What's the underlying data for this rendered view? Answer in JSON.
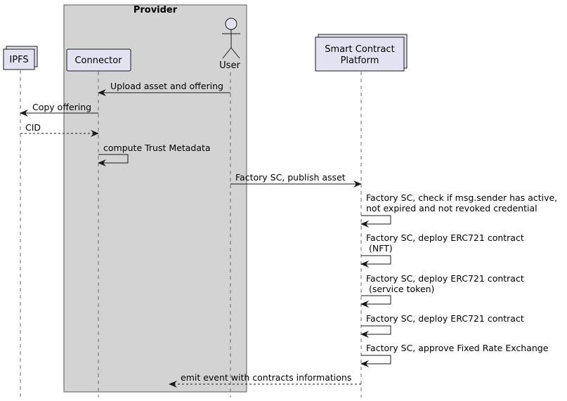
{
  "colors": {
    "group_fill": "#d3d3d3",
    "group_border": "#5a5a5a",
    "participant_fill": "#e2e2f0",
    "participant_border": "#181818",
    "lifeline": "#6b6b6b",
    "arrow": "#181818"
  },
  "group": {
    "title": "Provider"
  },
  "participants": {
    "ipfs": {
      "label": "IPFS",
      "style": "collection"
    },
    "connector": {
      "label": "Connector",
      "style": "participant"
    },
    "user": {
      "label": "User",
      "style": "actor"
    },
    "platform": {
      "label_line1": "Smart Contract",
      "label_line2": "Platform",
      "style": "collection"
    }
  },
  "messages": [
    {
      "from": "user",
      "to": "connector",
      "type": "sync",
      "label": "Upload asset and offering"
    },
    {
      "from": "connector",
      "to": "ipfs",
      "type": "sync",
      "label": "Copy offering"
    },
    {
      "from": "ipfs",
      "to": "connector",
      "type": "return",
      "label": "CID"
    },
    {
      "from": "connector",
      "to": "connector",
      "type": "self",
      "label": "compute Trust Metadata"
    },
    {
      "from": "user",
      "to": "platform",
      "type": "sync",
      "label": "Factory SC, publish asset"
    },
    {
      "from": "platform",
      "to": "platform",
      "type": "self",
      "label_line1": "Factory SC, check if msg.sender has active,",
      "label_line2": "not expired and not revoked credential"
    },
    {
      "from": "platform",
      "to": "platform",
      "type": "self",
      "label_line1": "Factory SC, deploy ERC721 contract",
      "label_line2": " (NFT)"
    },
    {
      "from": "platform",
      "to": "platform",
      "type": "self",
      "label_line1": "Factory SC, deploy ERC721 contract",
      "label_line2": " (service token)"
    },
    {
      "from": "platform",
      "to": "platform",
      "type": "self",
      "label": "Factory SC, deploy ERC721 contract"
    },
    {
      "from": "platform",
      "to": "platform",
      "type": "self",
      "label": "Factory SC, approve Fixed Rate Exchange"
    },
    {
      "from": "platform",
      "to": "provider",
      "type": "return",
      "label": "emit event with contracts informations"
    }
  ]
}
